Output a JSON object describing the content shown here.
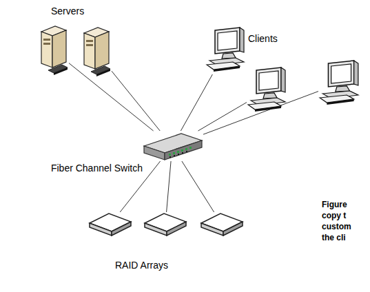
{
  "diagram": {
    "nodes": [
      {
        "text": [
          "Fiber Channel Switch"
        ]
      },
      {
        "text": []
      },
      {
        "text": []
      },
      {
        "text": []
      },
      {
        "text": []
      },
      {
        "text": []
      },
      {
        "text": []
      },
      {
        "text": []
      },
      {
        "text": []
      }
    ],
    "edges": [
      {
        "from": 0,
        "to": 1,
        "arrow": "none"
      },
      {
        "from": 0,
        "to": 2,
        "arrow": "none"
      },
      {
        "from": 0,
        "to": 3,
        "arrow": "none"
      },
      {
        "from": 0,
        "to": 4,
        "arrow": "none"
      },
      {
        "from": 0,
        "to": 5,
        "arrow": "none"
      },
      {
        "from": 0,
        "to": 6,
        "arrow": "none"
      },
      {
        "from": 0,
        "to": 7,
        "arrow": "none"
      },
      {
        "from": 0,
        "to": 8,
        "arrow": "none"
      }
    ],
    "labels": [
      "Servers",
      "Clients",
      "RAID Arrays",
      "Figure",
      "copy t",
      "custom",
      "the cli"
    ]
  }
}
